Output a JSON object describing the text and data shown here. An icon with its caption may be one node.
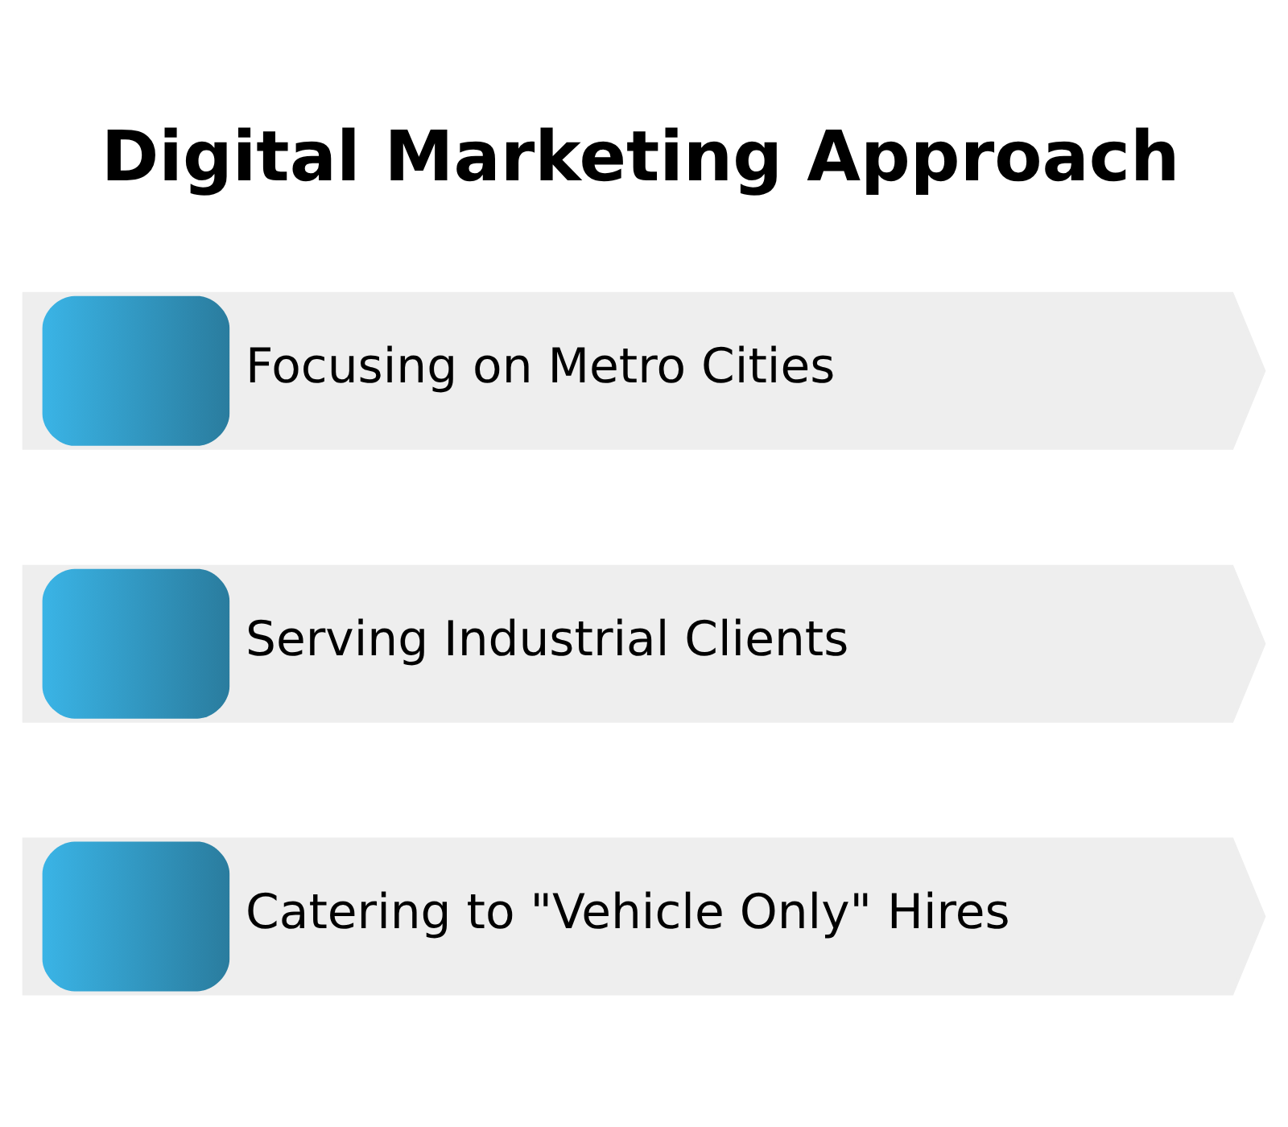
{
  "diagram": {
    "title": "Digital Marketing Approach",
    "nodes": [
      {
        "text": [
          "Focusing on Metro Cities"
        ]
      },
      {
        "text": [
          "Serving Industrial Clients"
        ]
      },
      {
        "text": [
          "Catering to \"Vehicle Only\" Hires"
        ]
      }
    ],
    "edges": []
  }
}
